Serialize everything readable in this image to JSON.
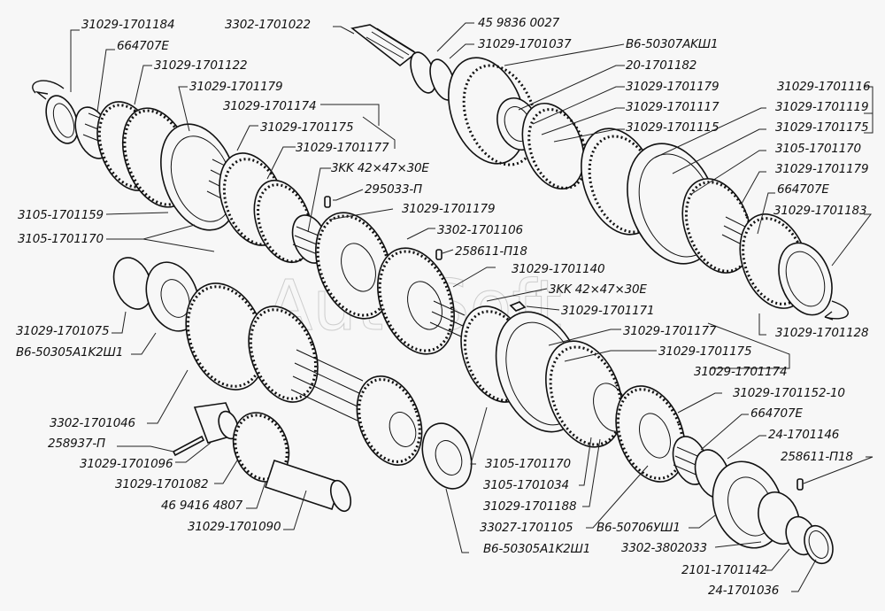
{
  "diagram": {
    "title": "Gearbox exploded parts diagram",
    "watermark": "AutoSoft",
    "labels": [
      {
        "id": "l01",
        "text": "31029-1701184"
      },
      {
        "id": "l02",
        "text": "664707E"
      },
      {
        "id": "l03",
        "text": "31029-1701122"
      },
      {
        "id": "l04",
        "text": "31029-1701179"
      },
      {
        "id": "l05",
        "text": "31029-1701174"
      },
      {
        "id": "l06",
        "text": "31029-1701175"
      },
      {
        "id": "l07",
        "text": "31029-1701177"
      },
      {
        "id": "l08",
        "text": "3KK 42×47×30E"
      },
      {
        "id": "l09",
        "text": "295033-П"
      },
      {
        "id": "l10",
        "text": "31029-1701179"
      },
      {
        "id": "l11",
        "text": "3302-1701106"
      },
      {
        "id": "l12",
        "text": "258611-П18"
      },
      {
        "id": "l13",
        "text": "31029-1701140"
      },
      {
        "id": "l14",
        "text": "3KK 42×47×30E"
      },
      {
        "id": "l15",
        "text": "31029-1701171"
      },
      {
        "id": "l16",
        "text": "31029-1701177"
      },
      {
        "id": "l17",
        "text": "31029-1701175"
      },
      {
        "id": "l18",
        "text": "31029-1701174"
      },
      {
        "id": "l19",
        "text": "3105-1701159"
      },
      {
        "id": "l20",
        "text": "3105-1701170"
      },
      {
        "id": "l21",
        "text": "31029-1701075"
      },
      {
        "id": "l22",
        "text": "B6-50305A1K2Ш1"
      },
      {
        "id": "l23",
        "text": "3302-1701046"
      },
      {
        "id": "l24",
        "text": "258937-П"
      },
      {
        "id": "l25",
        "text": "31029-1701096"
      },
      {
        "id": "l26",
        "text": "31029-1701082"
      },
      {
        "id": "l27",
        "text": "46 9416 4807"
      },
      {
        "id": "l28",
        "text": "31029-1701090"
      },
      {
        "id": "l29",
        "text": "3302-1701022"
      },
      {
        "id": "l30",
        "text": "45 9836 0027"
      },
      {
        "id": "l31",
        "text": "31029-1701037"
      },
      {
        "id": "l32",
        "text": "B6-50307AKШ1"
      },
      {
        "id": "l33",
        "text": "20-1701182"
      },
      {
        "id": "l34",
        "text": "31029-1701179"
      },
      {
        "id": "l35",
        "text": "31029-1701117"
      },
      {
        "id": "l36",
        "text": "31029-1701115"
      },
      {
        "id": "l37",
        "text": "31029-1701116"
      },
      {
        "id": "l38",
        "text": "31029-1701119"
      },
      {
        "id": "l39",
        "text": "31029-1701175"
      },
      {
        "id": "l40",
        "text": "3105-1701170"
      },
      {
        "id": "l41",
        "text": "31029-1701179"
      },
      {
        "id": "l42",
        "text": "664707E"
      },
      {
        "id": "l43",
        "text": "31029-1701183"
      },
      {
        "id": "l44",
        "text": "31029-1701128"
      },
      {
        "id": "l45",
        "text": "31029-1701152-10"
      },
      {
        "id": "l46",
        "text": "664707E"
      },
      {
        "id": "l47",
        "text": "24-1701146"
      },
      {
        "id": "l48",
        "text": "258611-П18"
      },
      {
        "id": "l49",
        "text": "3105-1701170"
      },
      {
        "id": "l50",
        "text": "3105-1701034"
      },
      {
        "id": "l51",
        "text": "31029-1701188"
      },
      {
        "id": "l52",
        "text": "33027-1701105"
      },
      {
        "id": "l53",
        "text": "B6-50706УШ1"
      },
      {
        "id": "l54",
        "text": "3302-3802033"
      },
      {
        "id": "l55",
        "text": "2101-1701142"
      },
      {
        "id": "l56",
        "text": "24-1701036"
      },
      {
        "id": "l57",
        "text": "B6-50305A1K2Ш1"
      }
    ]
  }
}
